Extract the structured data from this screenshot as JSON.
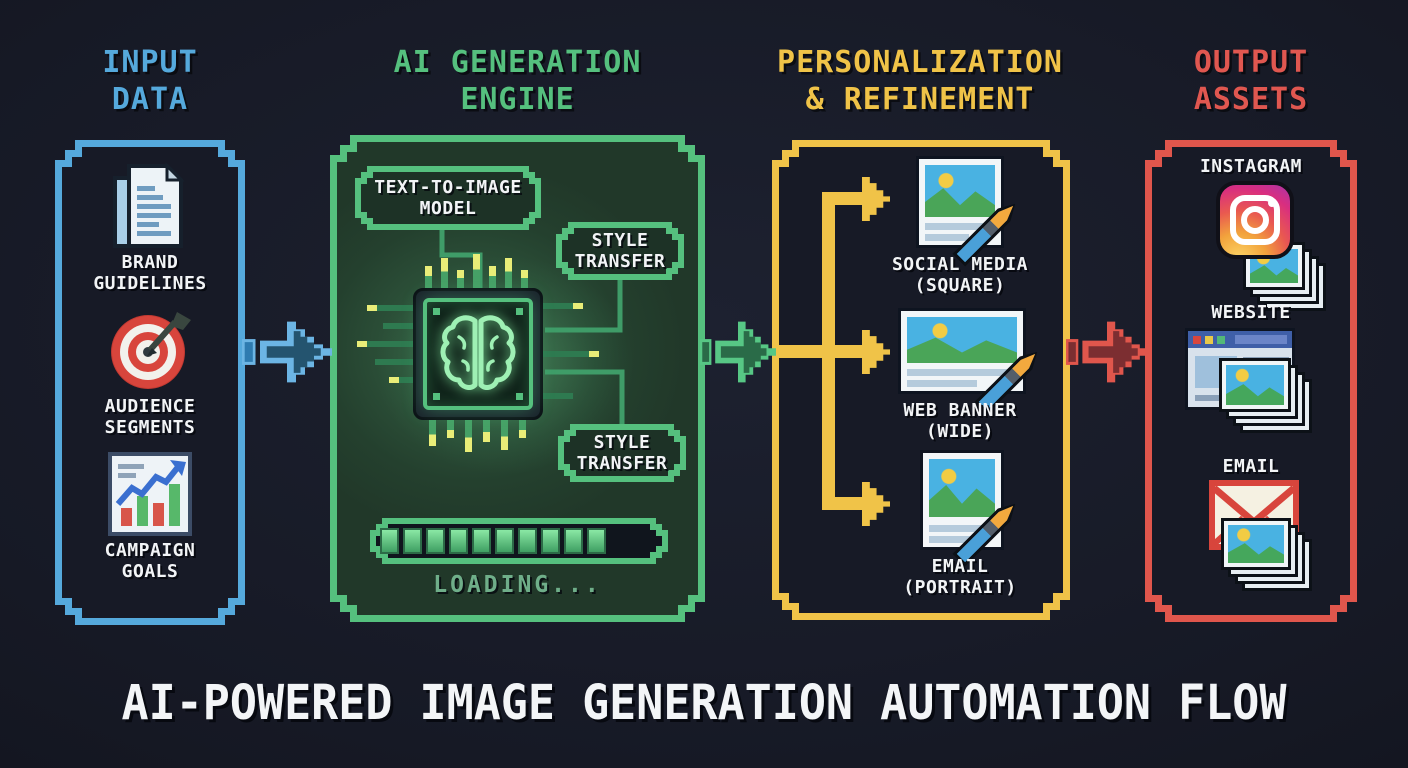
{
  "title": "AI-POWERED IMAGE GENERATION AUTOMATION FLOW",
  "colors": {
    "background": "#171A26",
    "input_blue": "#55A9DC",
    "engine_green": "#55C07E",
    "personalization_yellow": "#F0C348",
    "output_red": "#E05750",
    "label_white": "#F2F4F6"
  },
  "columns": {
    "input": {
      "header": [
        "INPUT",
        "DATA"
      ],
      "items": [
        {
          "icon": "document-icon",
          "label": [
            "BRAND",
            "GUIDELINES"
          ]
        },
        {
          "icon": "target-icon",
          "label": [
            "AUDIENCE",
            "SEGMENTS"
          ]
        },
        {
          "icon": "bar-chart-icon",
          "label": [
            "CAMPAIGN",
            "GOALS"
          ]
        }
      ]
    },
    "engine": {
      "header": [
        "AI GENERATION",
        "ENGINE"
      ],
      "nodes": [
        {
          "label": [
            "TEXT-TO-IMAGE",
            "MODEL"
          ]
        },
        {
          "label": [
            "STYLE",
            "TRANSFER"
          ]
        },
        {
          "label": [
            "STYLE",
            "TRANSFER"
          ]
        }
      ],
      "loading": {
        "label": "LOADING...",
        "filled_segments": 10,
        "total_segments": 16
      }
    },
    "personalization": {
      "header": [
        "PERSONALIZATION",
        "& REFINEMENT"
      ],
      "items": [
        {
          "icon": "image-edit-square-icon",
          "label": [
            "SOCIAL MEDIA",
            "(SQUARE)"
          ]
        },
        {
          "icon": "image-edit-wide-icon",
          "label": [
            "WEB BANNER",
            "(WIDE)"
          ]
        },
        {
          "icon": "image-edit-portrait-icon",
          "label": [
            "EMAIL",
            "(PORTRAIT)"
          ]
        }
      ]
    },
    "output": {
      "header": [
        "OUTPUT",
        "ASSETS"
      ],
      "items": [
        {
          "icon": "instagram-icon",
          "label": "INSTAGRAM"
        },
        {
          "icon": "browser-icon",
          "label": "WEBSITE"
        },
        {
          "icon": "envelope-icon",
          "label": "EMAIL"
        }
      ]
    }
  }
}
